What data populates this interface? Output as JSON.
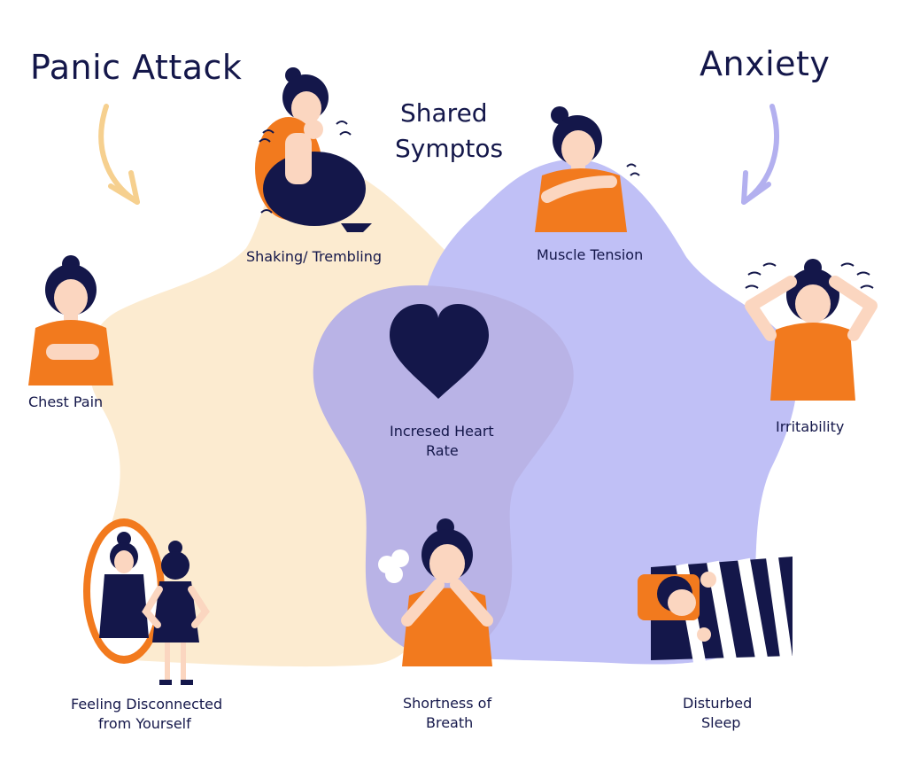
{
  "headings": {
    "left": "Panic Attack",
    "right": "Anxiety",
    "center_line1": "Shared",
    "center_line2": "Symptos"
  },
  "symptoms": {
    "shaking": "Shaking/ Trembling",
    "muscle": "Muscle Tension",
    "chest": "Chest Pain",
    "irritability": "Irritability",
    "heart_line1": "Incresed Heart",
    "heart_line2": "Rate",
    "disconnected_line1": "Feeling Disconnected",
    "disconnected_line2": "from Yourself",
    "breath_line1": "Shortness of",
    "breath_line2": "Breath",
    "sleep_line1": "Disturbed",
    "sleep_line2": "Sleep"
  },
  "colors": {
    "panic_blob": "#fcebd0",
    "anxiety_blob": "#c0c0f6",
    "shared_blob": "#b9b3e6",
    "text": "#14174a",
    "orange": "#f27a1e",
    "navy": "#14174a",
    "skin": "#fbd6c0",
    "panic_arrow": "#f6d08f",
    "anxiety_arrow": "#b3b0ef"
  }
}
